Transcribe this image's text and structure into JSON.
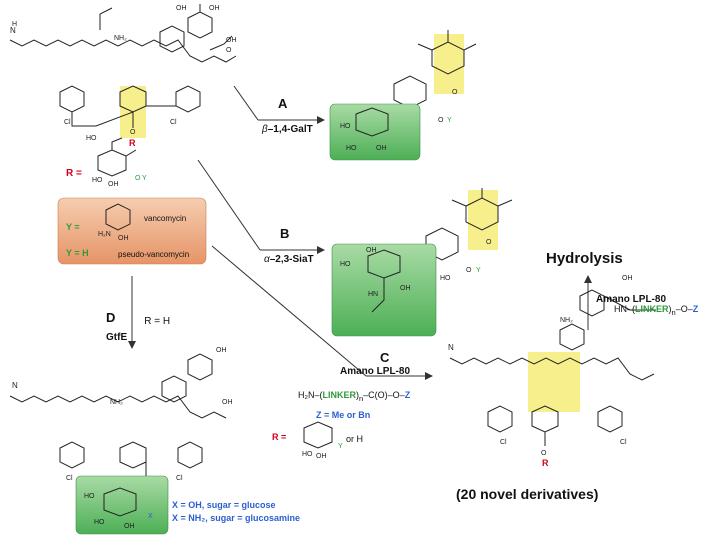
{
  "reaction_labels": {
    "A": {
      "letter": "A",
      "enzyme_prefix": "β",
      "enzyme_suffix": "–1,4-GalT"
    },
    "B": {
      "letter": "B",
      "enzyme_prefix": "α",
      "enzyme_suffix": "–2,3-SiaT"
    },
    "C": {
      "letter": "C",
      "reagent": "Amano LPL-80"
    },
    "D": {
      "letter": "D",
      "enzyme": "GtfE",
      "condition": "R = H"
    }
  },
  "hydrolysis": {
    "title": "Hydrolysis",
    "reagent": "Amano LPL-80"
  },
  "substituents": {
    "R_eq": "R =",
    "Y_vanco": "Y =",
    "vancomycin": "vancomycin",
    "Y_pseudo": "Y = H",
    "pseudo_vancomycin": "pseudo-vancomycin",
    "X_oh": "X = OH, sugar = glucose",
    "X_nh2": "X = NH₂, sugar = glucosamine",
    "Z_def": "Z = Me or Bn",
    "R_def": "R =",
    "or_h": "or  H",
    "linker_text": "LINKER",
    "n_sub": "n"
  },
  "product_caption": "(20 novel derivatives)",
  "colors": {
    "red": "#d0021b",
    "green": "#2e9b3a",
    "blue": "#2b5fd0",
    "sugar_box": "#5fb968",
    "orange_box": "#e8a27a",
    "yellow": "#f6ef8c"
  }
}
